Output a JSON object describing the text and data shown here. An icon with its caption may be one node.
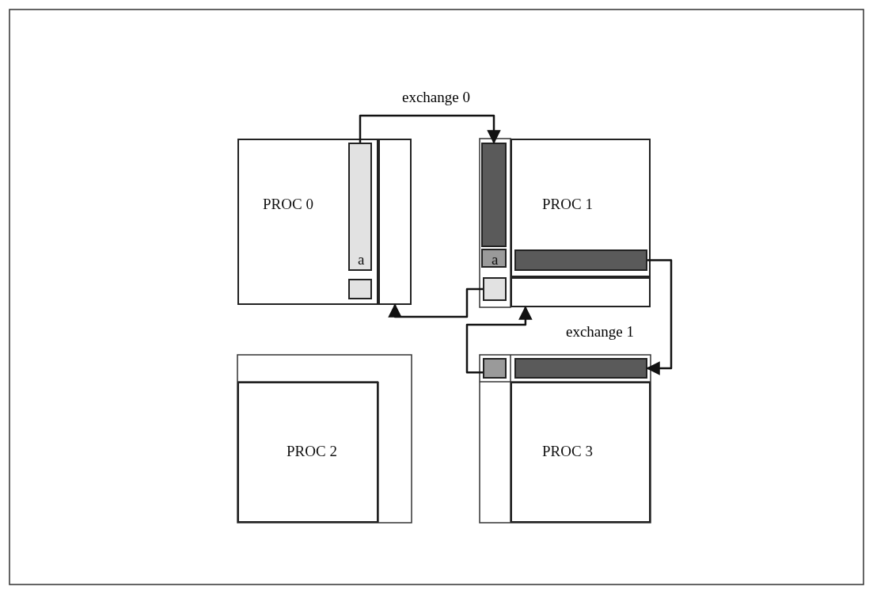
{
  "diagram": {
    "nodes": [
      {
        "text": [
          "PROC 0"
        ]
      },
      {
        "text": [
          "a"
        ],
        "in": 0
      },
      {
        "text": [],
        "shape": "box",
        "in": 0
      },
      {
        "text": [],
        "shape": "box"
      },
      {
        "text": [
          "PROC 1"
        ]
      },
      {
        "text": [],
        "shape": "box"
      },
      {
        "text": [
          "a"
        ]
      },
      {
        "text": [],
        "shape": "box"
      },
      {
        "text": [],
        "shape": "box",
        "in": 4
      },
      {
        "text": [],
        "shape": "box"
      },
      {
        "text": [
          "PROC 2"
        ]
      },
      {
        "text": [],
        "shape": "box"
      },
      {
        "text": [],
        "shape": "box"
      },
      {
        "text": [
          "PROC 3"
        ]
      }
    ],
    "edges": [
      {
        "from": 1,
        "to": 5,
        "arrow": "to",
        "label": "exchange 0"
      },
      {
        "from": 7,
        "to": 3,
        "arrow": "to"
      },
      {
        "from": 11,
        "to": 9,
        "arrow": "to"
      },
      {
        "from": 8,
        "to": 12,
        "arrow": "to",
        "label": "exchange 1"
      }
    ]
  }
}
